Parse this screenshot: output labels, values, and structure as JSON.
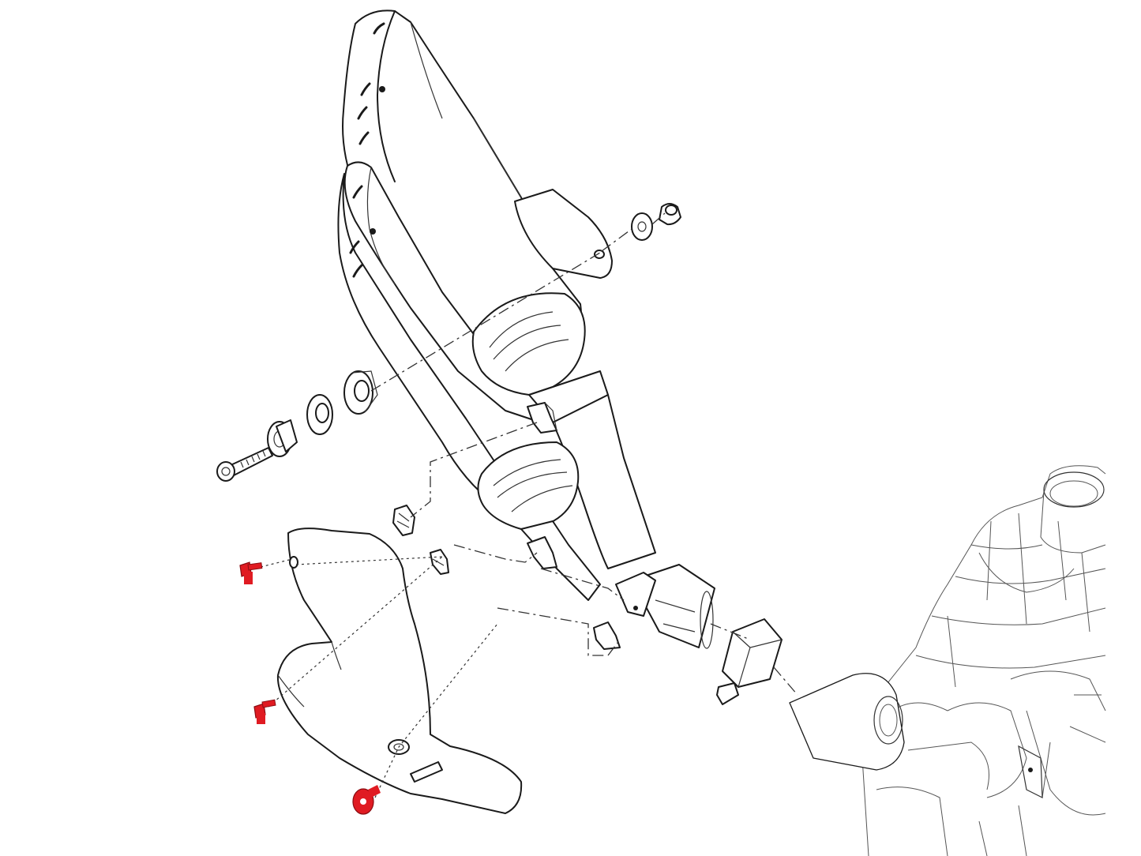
{
  "diagram": {
    "kind": "exploded-parts-view",
    "subject_icons": [
      "muffler-icon",
      "heat-shield-icon",
      "engine-block-icon",
      "mounting-bolt-icon",
      "washer-icon",
      "grommet-icon",
      "clamp-icon",
      "screw-icon"
    ],
    "highlight_color": "#e01b22",
    "line_color": "#1a1a1a",
    "background_color": "#ffffff",
    "highlighted_parts": [
      "heat-shield-screw-top",
      "heat-shield-screw-middle",
      "heat-shield-screw-bottom"
    ]
  }
}
